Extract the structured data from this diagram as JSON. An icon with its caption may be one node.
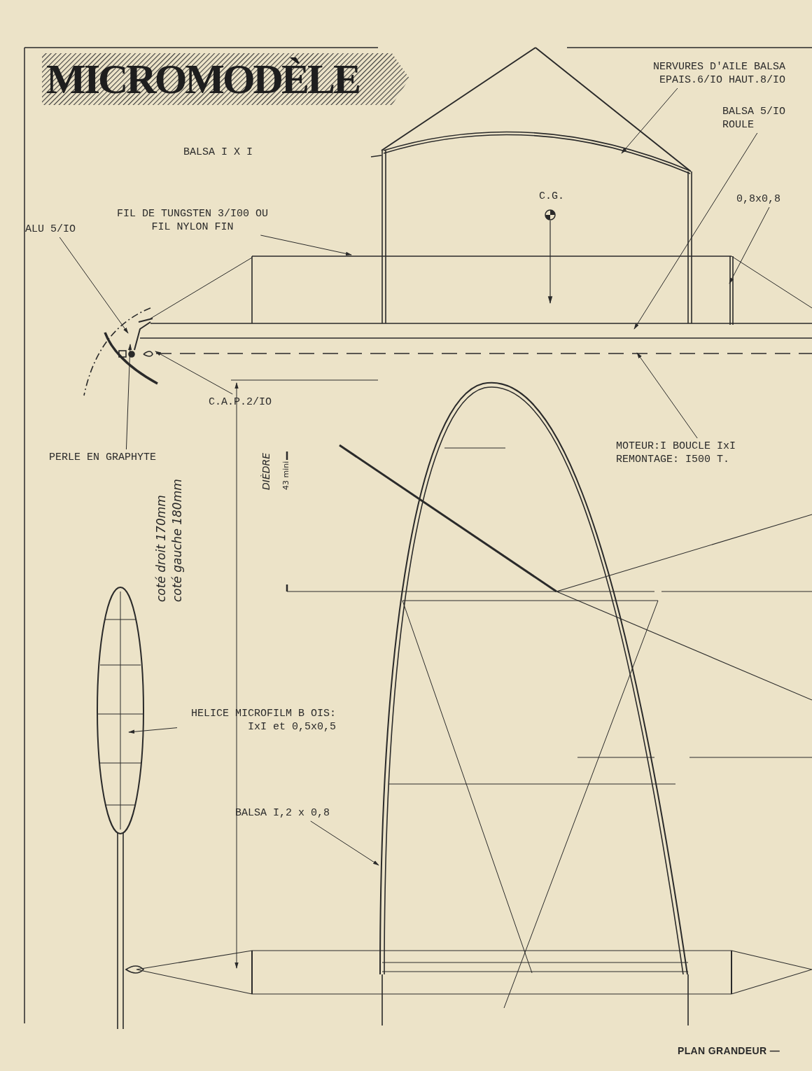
{
  "diagram": {
    "title": "MICROMODÈLE",
    "nodes": [
      {
        "text": [
          "FIL DE TUNGSTEN 3/I00 OU FIL NYLON FIN"
        ]
      },
      {
        "text": [
          "ALU 5/IO"
        ]
      },
      {
        "text": [
          "C.A.P.2/IO"
        ]
      },
      {
        "text": [
          "PERLE EN GRAPHYTE"
        ]
      },
      {
        "text": [
          "NERVURES D'AILE BALSA EPAIS.6/IO HAUT.8/IO"
        ]
      },
      {
        "text": [
          "BALSA 5/IO ROULE"
        ]
      },
      {
        "text": [
          "0,8x0,8"
        ]
      },
      {
        "text": [
          "MOTEUR:I BOUCLE IxI REMONTAGE: I500 T."
        ]
      },
      {
        "text": [
          "HELICE MICROFILM B OIS: IxI et 0,5x0,5"
        ]
      },
      {
        "text": [
          "BALSA I,2 x 0,8"
        ]
      }
    ],
    "edges": [
      {
        "from": 0,
        "to": null,
        "arrow": "to"
      },
      {
        "from": 1,
        "to": null,
        "arrow": "to"
      },
      {
        "from": 2,
        "to": null,
        "arrow": "to"
      },
      {
        "from": 3,
        "to": null,
        "arrow": "to"
      },
      {
        "from": 4,
        "to": null,
        "arrow": "to"
      },
      {
        "from": 5,
        "to": null,
        "arrow": "to"
      },
      {
        "from": 6,
        "to": null,
        "arrow": "to"
      },
      {
        "from": 7,
        "to": null,
        "arrow": "to"
      },
      {
        "from": 8,
        "to": null,
        "arrow": "to"
      },
      {
        "from": 9,
        "to": null,
        "arrow": "to"
      }
    ],
    "labels": [
      "BALSA I X I",
      "C.G.",
      "DIÈDRE",
      "43 mini",
      "coté droit 170mm",
      "coté gauche 180mm",
      "PLAN GRANDEUR —"
    ]
  }
}
